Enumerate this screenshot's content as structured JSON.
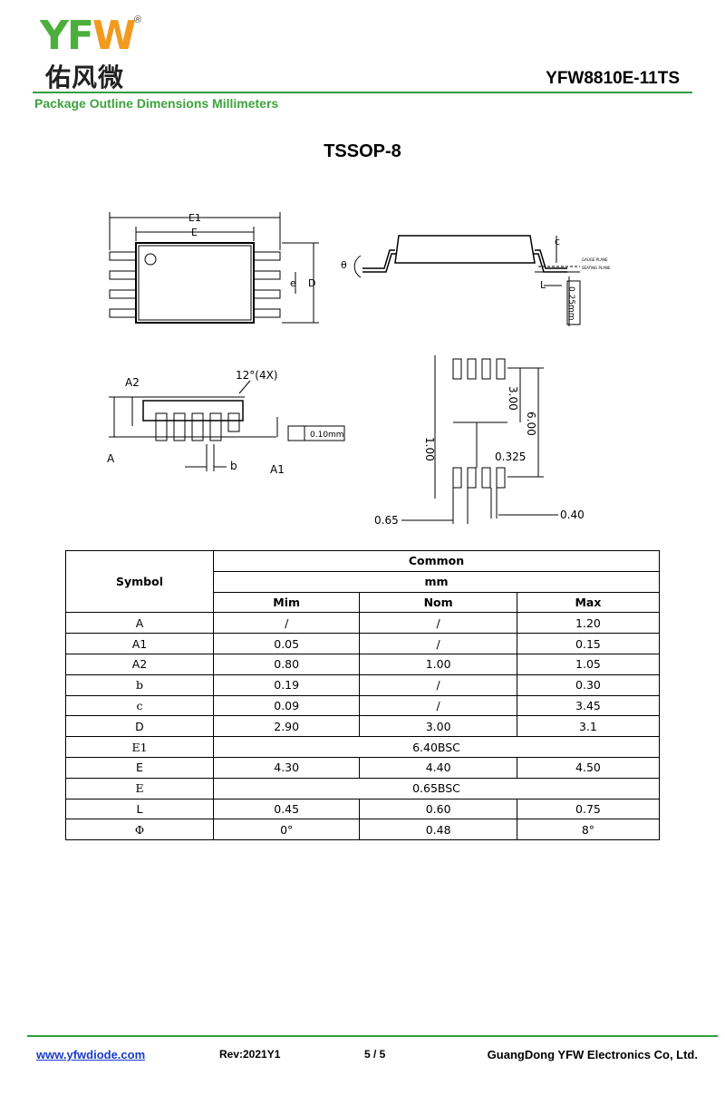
{
  "header": {
    "logo_brand": "YFW",
    "logo_registered": "®",
    "logo_chinese": "佑风微",
    "part_number": "YFW8810E-11TS",
    "subtitle": "Package Outline Dimensions Millimeters"
  },
  "package_title": "TSSOP-8",
  "drawing_labels": {
    "e1": "E1",
    "e": "E",
    "d": "D",
    "e_pitch": "e",
    "c": "c",
    "theta": "θ",
    "l": "L",
    "gauge_plane": "GAUGE PLANE",
    "seating_plane": "SEATING PLANE",
    "gauge_len": "0.25mm",
    "a2": "A2",
    "a": "A",
    "a1": "A1",
    "b": "b",
    "angle": "12°(4X)",
    "flatness": "0.10mm",
    "fp_300": "3.00",
    "fp_600": "6.00",
    "fp_100": "1.00",
    "fp_0325": "0.325",
    "fp_065": "0.65",
    "fp_040": "0.40"
  },
  "table": {
    "symbol_header": "Symbol",
    "group_header": "Common",
    "unit_header": "mm",
    "col_min": "Mim",
    "col_nom": "Nom",
    "col_max": "Max",
    "rows": [
      {
        "symbol": "A",
        "min": "/",
        "nom": "/",
        "max": "1.20"
      },
      {
        "symbol": "A1",
        "min": "0.05",
        "nom": "/",
        "max": "0.15"
      },
      {
        "symbol": "A2",
        "min": "0.80",
        "nom": "1.00",
        "max": "1.05"
      },
      {
        "symbol": "b",
        "min": "0.19",
        "nom": "/",
        "max": "0.30"
      },
      {
        "symbol": "c",
        "min": "0.09",
        "nom": "/",
        "max": "3.45"
      },
      {
        "symbol": "D",
        "min": "2.90",
        "nom": "3.00",
        "max": "3.1"
      },
      {
        "symbol": "E1",
        "span": "6.40BSC"
      },
      {
        "symbol": "E",
        "min": "4.30",
        "nom": "4.40",
        "max": "4.50"
      },
      {
        "symbol": "E",
        "span": "0.65BSC"
      },
      {
        "symbol": "L",
        "min": "0.45",
        "nom": "0.60",
        "max": "0.75"
      },
      {
        "symbol": "Φ",
        "min": "0°",
        "nom": "0.48",
        "max": "8°"
      }
    ]
  },
  "footer": {
    "website": "www.yfwdiode.com",
    "revision": "Rev:2021Y1",
    "page": "5 / 5",
    "company": "GuangDong YFW Electronics Co, Ltd."
  }
}
